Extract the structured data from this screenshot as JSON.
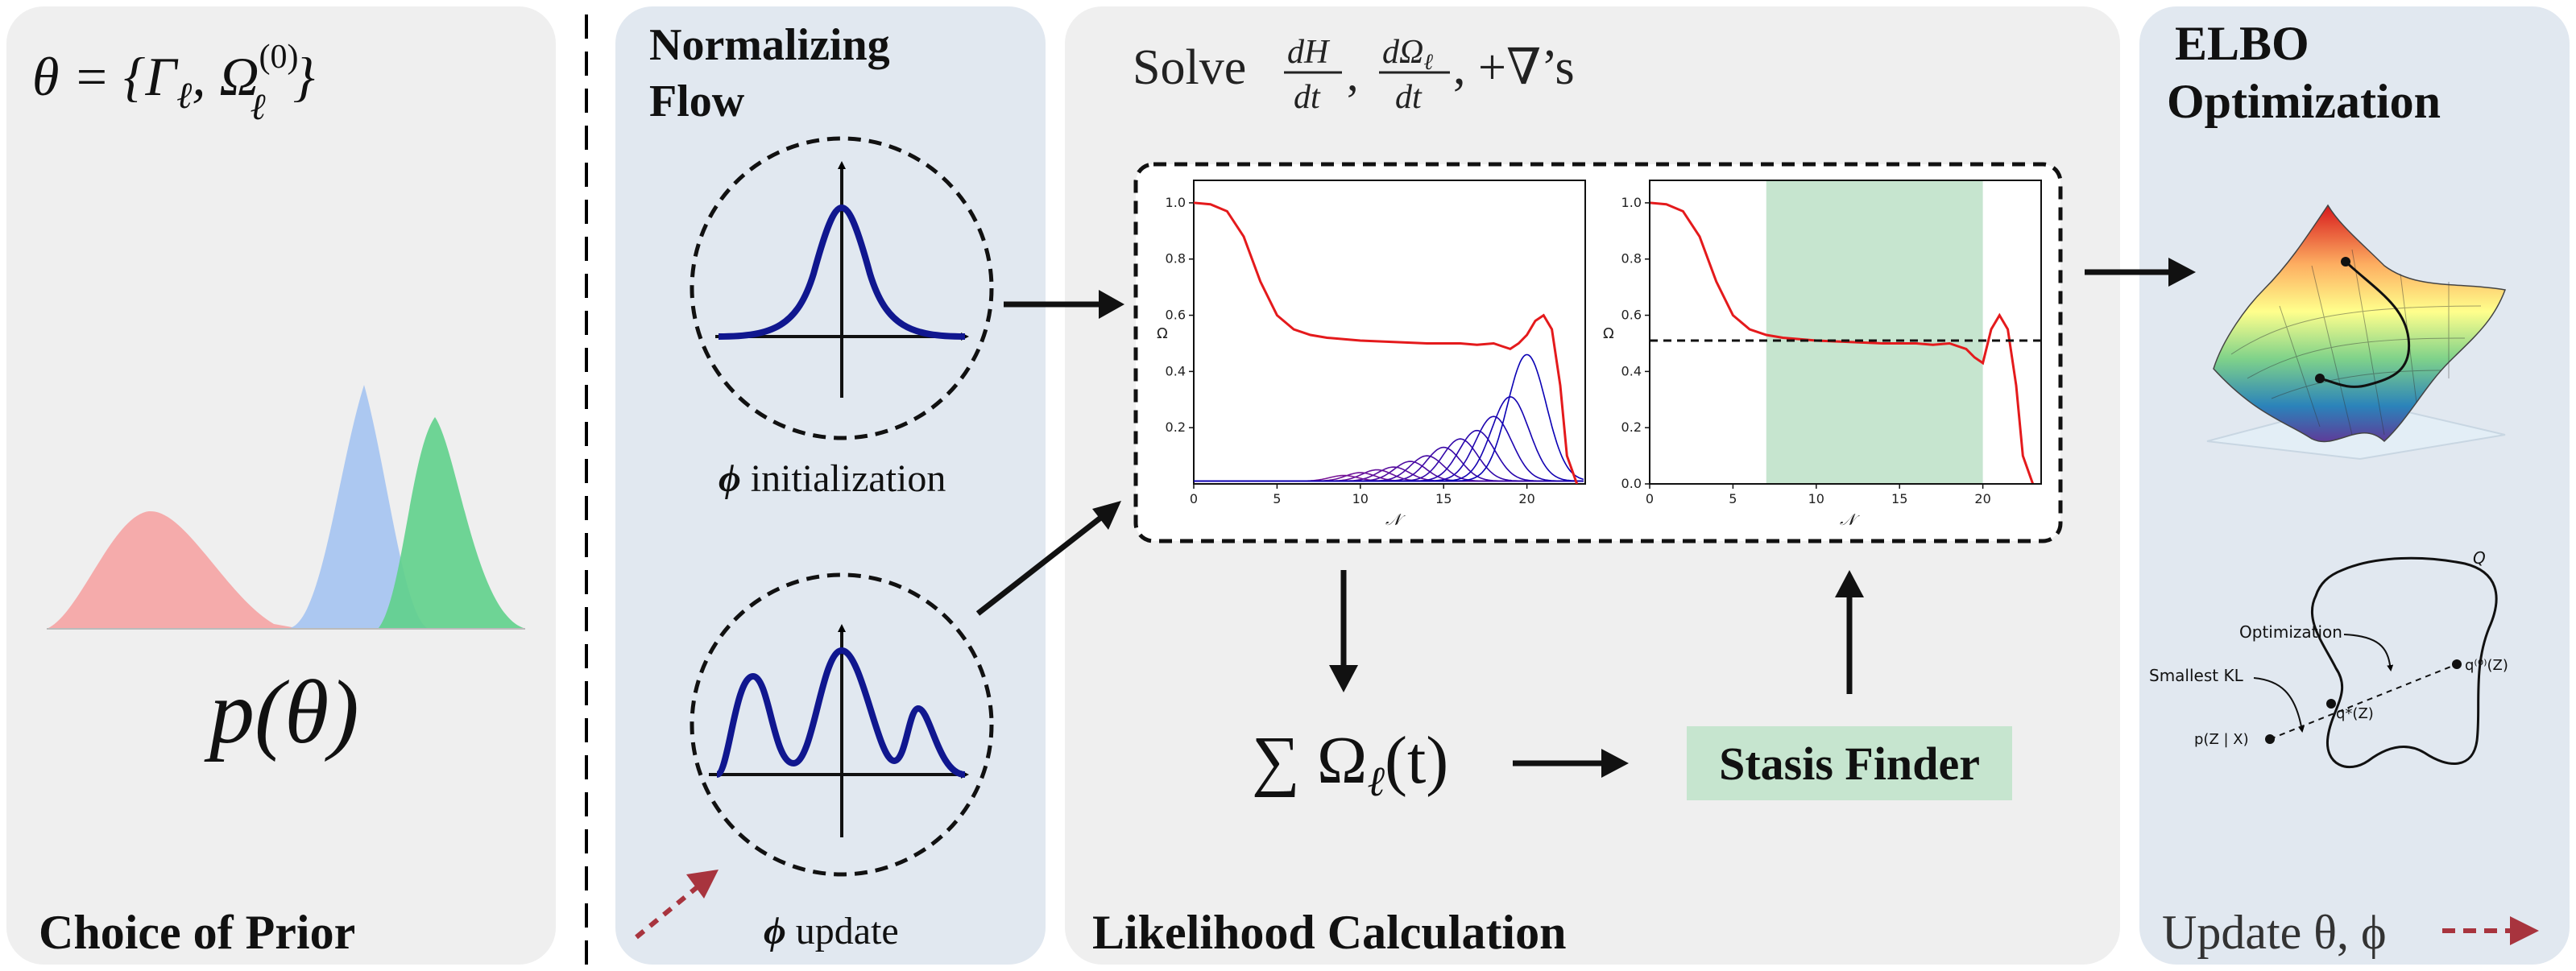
{
  "colors": {
    "panel_gray": "#efefef",
    "panel_blue": "#e1e8f0",
    "curve_navy": "#10178f",
    "prior_red": "#f4a7a7",
    "prior_blue": "#a8c5f0",
    "prior_green": "#5fd08b",
    "omega_red": "#e41a1c",
    "stasis_green": "#c6e5cf",
    "dashed_arrow": "#a8343e"
  },
  "prior_panel": {
    "theta_lhs": "θ = {Γ",
    "theta_sub1": "ℓ",
    "theta_sep": ", Ω",
    "theta_sup": "(0)",
    "theta_sub2": "ℓ",
    "theta_close": "}",
    "p_theta": "p(θ)",
    "footer": "Choice of Prior"
  },
  "flow_panel": {
    "title_line1": "Normalizing",
    "title_line2": "Flow",
    "init_symbol": "ϕ",
    "init_label": "initialization",
    "update_symbol": "ϕ",
    "update_label": "update"
  },
  "likelihood_panel": {
    "solve_word": "Solve",
    "frac1_num": "dH",
    "frac1_den": "dt",
    "frac2_num": "dΩ",
    "frac2_num_sub": "ℓ",
    "frac2_den": "dt",
    "solve_tail": ", +∇’s",
    "sum_expr": "∑ Ω",
    "sum_sub": "ℓ",
    "sum_arg": "(t)",
    "stasis_label": "Stasis Finder",
    "footer": "Likelihood Calculation"
  },
  "elbo_panel": {
    "title_line1": "ELBO",
    "title_line2": "Optimization",
    "q_label": "Q",
    "optimization_label": "Optimization",
    "smallest_kl_label": "Smallest KL",
    "q0_label": "q⁽⁰⁾(Z)",
    "qstar_label": "q*(Z)",
    "posterior_label": "p(Z | X)",
    "footer": "Update θ, ϕ"
  },
  "chart_data": [
    {
      "type": "line",
      "xlabel": "𝒩",
      "ylabel": "Ω",
      "xlim": [
        0,
        23.5
      ],
      "ylim": [
        0,
        1.08
      ],
      "xticks": [
        "0",
        "5",
        "10",
        "15",
        "20"
      ],
      "yticks": [
        "0.2",
        "0.4",
        "0.6",
        "0.8",
        "1.0"
      ],
      "series": [
        {
          "x": [
            0,
            1,
            2,
            3,
            4,
            5,
            6,
            7,
            8,
            10,
            12,
            14,
            16,
            17,
            18,
            18.5,
            19,
            19.5,
            20,
            20.5,
            21,
            21.5,
            22,
            22.4,
            23
          ],
          "values": [
            1.0,
            0.995,
            0.97,
            0.88,
            0.72,
            0.6,
            0.55,
            0.53,
            0.52,
            0.51,
            0.505,
            0.5,
            0.5,
            0.495,
            0.5,
            0.49,
            0.48,
            0.5,
            0.53,
            0.58,
            0.6,
            0.55,
            0.35,
            0.1,
            0.0
          ]
        }
      ],
      "peak_family": {
        "description_peaks_x": [
          9,
          10,
          11,
          12,
          13,
          14,
          15,
          16,
          17,
          18,
          19,
          20
        ],
        "peak_heights": [
          0.02,
          0.03,
          0.04,
          0.05,
          0.07,
          0.09,
          0.12,
          0.15,
          0.18,
          0.23,
          0.3,
          0.45
        ]
      }
    },
    {
      "type": "line",
      "xlabel": "𝒩",
      "ylabel": "Ω",
      "xlim": [
        0,
        23.5
      ],
      "ylim": [
        0,
        1.08
      ],
      "xticks": [
        "0",
        "5",
        "10",
        "15",
        "20"
      ],
      "yticks": [
        "0.0",
        "0.2",
        "0.4",
        "0.6",
        "0.8",
        "1.0"
      ],
      "series": [
        {
          "x": [
            0,
            1,
            2,
            3,
            4,
            5,
            6,
            7,
            8,
            10,
            12,
            14,
            16,
            17,
            18,
            18.5,
            19,
            19.5,
            20,
            20.5,
            21,
            21.5,
            22,
            22.4,
            23
          ],
          "values": [
            1.0,
            0.995,
            0.97,
            0.88,
            0.72,
            0.6,
            0.55,
            0.53,
            0.52,
            0.51,
            0.505,
            0.5,
            0.5,
            0.495,
            0.5,
            0.49,
            0.48,
            0.45,
            0.43,
            0.55,
            0.6,
            0.55,
            0.35,
            0.1,
            0.0
          ]
        }
      ],
      "hline": 0.51,
      "shaded_x": [
        7,
        20
      ]
    }
  ]
}
